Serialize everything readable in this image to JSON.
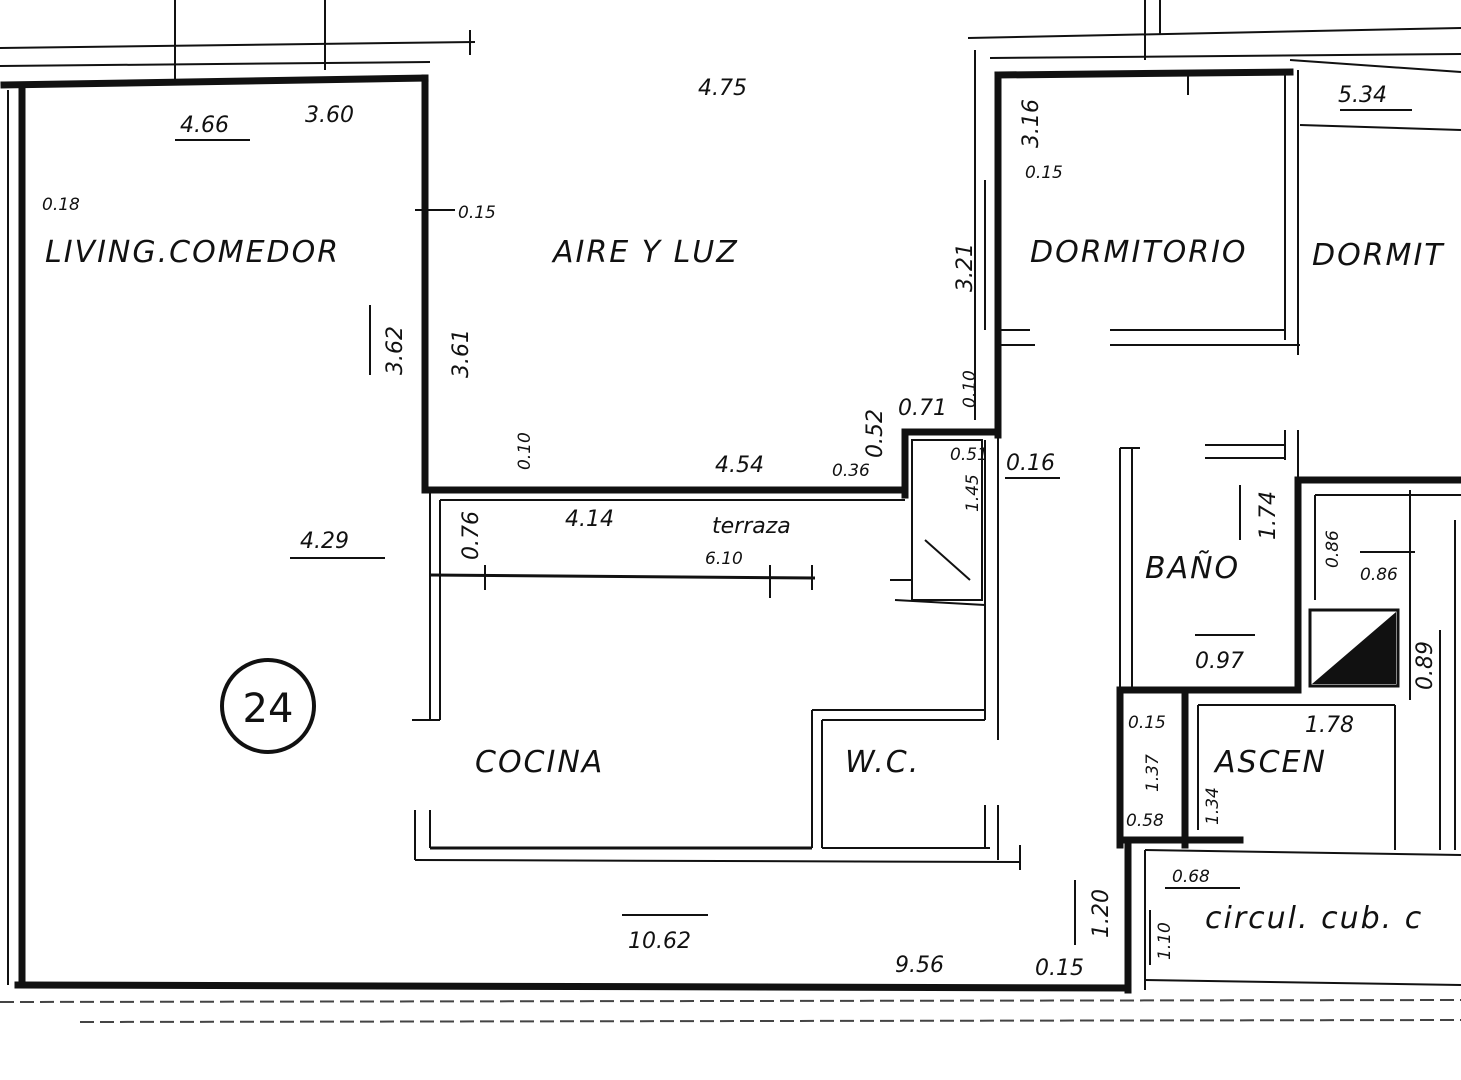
{
  "plan": {
    "unit_number": "24",
    "rooms": {
      "living": "LIVING.COMEDOR",
      "aire_luz": "AIRE  Y LUZ",
      "dormitorio1": "DORMITORIO",
      "dormitorio2": "DORMIT",
      "cocina": "COCINA",
      "wc": "W.C.",
      "bano": "BAÑO",
      "ascensor": "ASCEN",
      "terraza": "terraza",
      "circulacion": "circul. cub. c"
    },
    "dimensions": {
      "d_466": "4.66",
      "d_360": "3.60",
      "d_475": "4.75",
      "d_534": "5.34",
      "d_316": "3.16",
      "d_015a": "0.15",
      "d_015b": "0.15",
      "d_018": "0.18",
      "d_362": "3.62",
      "d_361": "3.61",
      "d_321": "3.21",
      "d_071": "0.71",
      "d_010a": "0.10",
      "d_010b": "0.10",
      "d_052": "0.52",
      "d_454": "4.54",
      "d_036": "0.36",
      "d_016": "0.16",
      "d_414": "4.14",
      "d_076": "0.76",
      "d_610": "6.10",
      "d_429": "4.29",
      "d_174": "1.74",
      "d_086a": "0.86",
      "d_086b": "0.86",
      "d_097": "0.97",
      "d_089": "0.89",
      "d_178": "1.78",
      "d_015c": "0.15",
      "d_137": "1.37",
      "d_058": "0.58",
      "d_134": "1.34",
      "d_068": "0.68",
      "d_120": "1.20",
      "d_110": "1.10",
      "d_1062": "10.62",
      "d_956": "9.56",
      "d_015d": "0.15",
      "d_051": "0.51",
      "d_145": "1.45"
    }
  }
}
